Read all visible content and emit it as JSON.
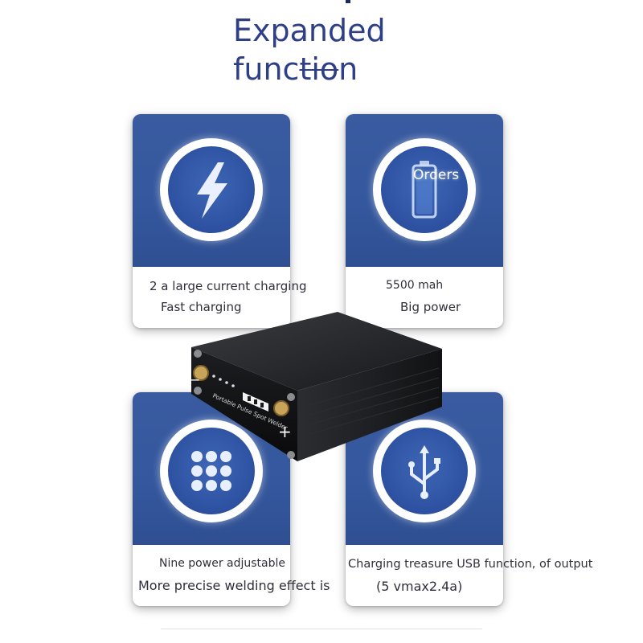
{
  "heading": {
    "line1": "Expanded",
    "line2_plain": "func",
    "line2_strike": "tio",
    "line2_tail": "n"
  },
  "cards": [
    {
      "icon": "lightning-icon",
      "line1": "2 a large current charging",
      "line2": "Fast charging"
    },
    {
      "icon": "battery-icon",
      "overlay": "Orders",
      "line1": "5500 mah",
      "line2": "Big power"
    },
    {
      "icon": "nine-dots-icon",
      "line1": "Nine power adjustable",
      "line2": "More precise welding effect is"
    },
    {
      "icon": "usb-icon",
      "line1": "Charging treasure USB function, of output",
      "line2": "(5 vmax2.4a)"
    }
  ],
  "device": {
    "name": "Portable Pulse Spot Welder",
    "minus": "−",
    "plus": "+"
  },
  "colors": {
    "brand_blue": "#34579d",
    "heading_blue": "#2e3f86",
    "text_dark": "#2f2f3a"
  }
}
